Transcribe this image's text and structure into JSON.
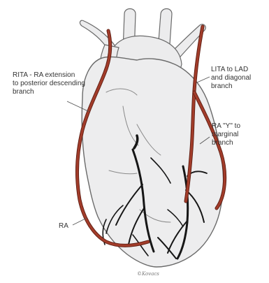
{
  "labels": {
    "rita_line1": "RITA - RA extension",
    "rita_line2": "to posterior descending",
    "rita_line3": "branch",
    "lita_line1": "LITA to LAD",
    "lita_line2": "and diagonal",
    "lita_line3": "branch",
    "ray_line1": "RA \"Y\" to",
    "ray_line2": "marginal",
    "ray_line3": "branch",
    "ra": "RA"
  },
  "signature": "©Kovacs",
  "colors": {
    "heart_fill": "#ededee",
    "heart_outline": "#6a6a6a",
    "graft": "#a23c2a",
    "graft_outline": "#5e1d12",
    "coronary": "#161616",
    "leader_line": "#555555",
    "text": "#333333"
  }
}
